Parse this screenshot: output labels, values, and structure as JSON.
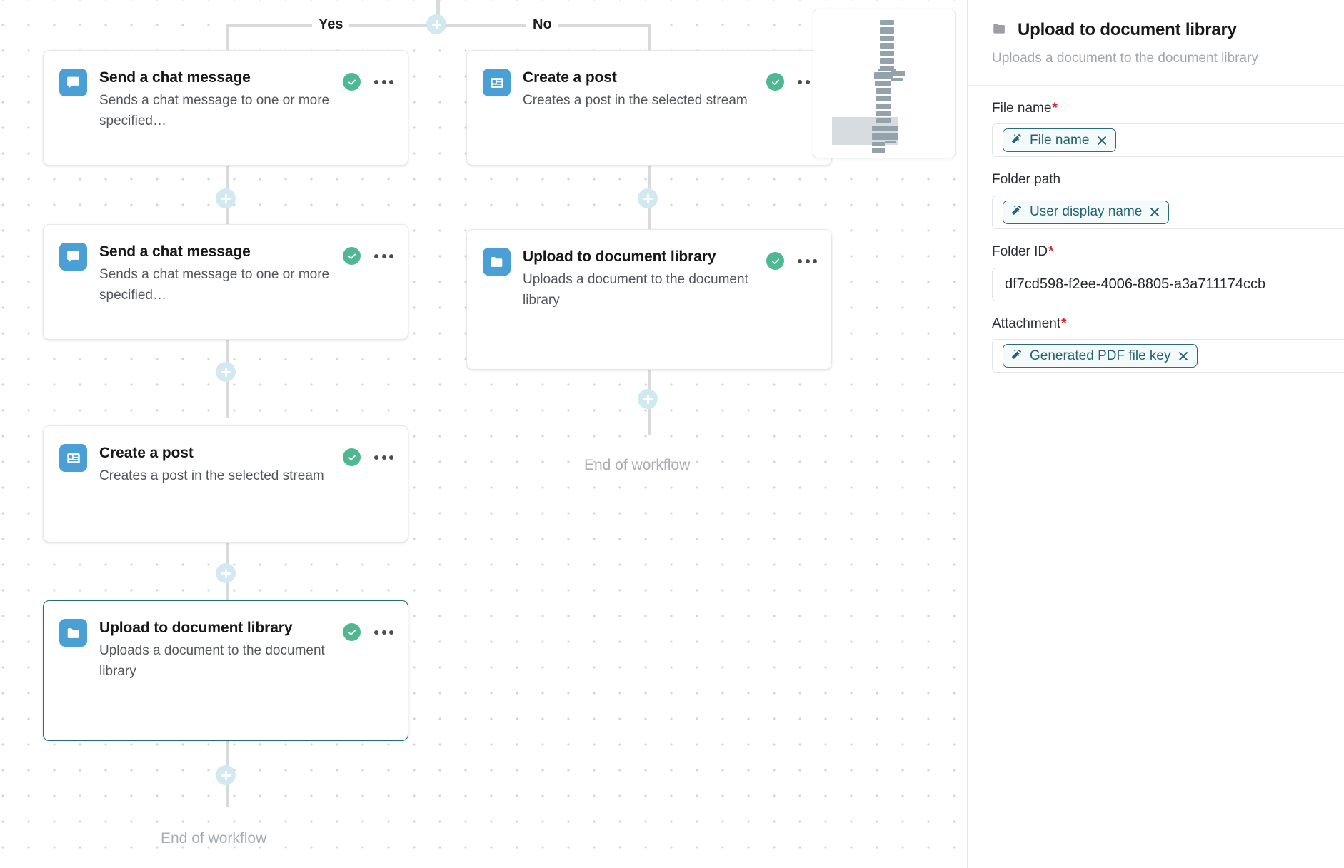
{
  "canvas": {
    "branch_labels": {
      "yes": "Yes",
      "no": "No"
    },
    "end_of_workflow_left": "End of workflow",
    "end_of_workflow_right": "End of workflow",
    "add_step_tooltip": "+",
    "nodes": [
      {
        "id": "yes-1",
        "title": "Send a chat message",
        "description": "Sends a chat message to one or more specified…",
        "icon": "chat-bubble-icon",
        "status": "valid",
        "selected": false
      },
      {
        "id": "yes-2",
        "title": "Send a chat message",
        "description": "Sends a chat message to one or more specified…",
        "icon": "chat-bubble-icon",
        "status": "valid",
        "selected": false
      },
      {
        "id": "yes-3",
        "title": "Create a post",
        "description": "Creates a post in the selected stream",
        "icon": "post-card-icon",
        "status": "valid",
        "selected": false
      },
      {
        "id": "yes-4",
        "title": "Upload to document library",
        "description": "Uploads a document to the document library",
        "icon": "folder-icon",
        "status": "valid",
        "selected": true
      },
      {
        "id": "no-1",
        "title": "Create a post",
        "description": "Creates a post in the selected stream",
        "icon": "post-card-icon",
        "status": "valid",
        "selected": false
      },
      {
        "id": "no-2",
        "title": "Upload to document library",
        "description": "Uploads a document to the document library",
        "icon": "folder-icon",
        "status": "valid",
        "selected": false
      }
    ]
  },
  "minimap": {
    "name": "workflow-minimap"
  },
  "panel": {
    "icon": "folder-icon",
    "title": "Upload to document library",
    "subtitle": "Uploads a document to the document library",
    "fields": [
      {
        "label": "File name",
        "required": true,
        "type": "token",
        "token": "File name",
        "token_icon": "magic-wand-icon"
      },
      {
        "label": "Folder path",
        "required": false,
        "type": "token",
        "token": "User display name",
        "token_icon": "magic-wand-icon"
      },
      {
        "label": "Folder ID",
        "required": true,
        "type": "text",
        "value": "df7cd598-f2ee-4006-8805-a3a711174ccb"
      },
      {
        "label": "Attachment",
        "required": true,
        "type": "token",
        "token": "Generated PDF file key",
        "token_icon": "magic-wand-icon"
      }
    ]
  },
  "colors": {
    "node_icon_blue": "#4a9fd5",
    "status_green": "#4fb893",
    "token_teal": "#236470",
    "required_red": "#d3262b",
    "connector_gray": "#d8dadd",
    "plus_blue": "#d3e9f2"
  }
}
